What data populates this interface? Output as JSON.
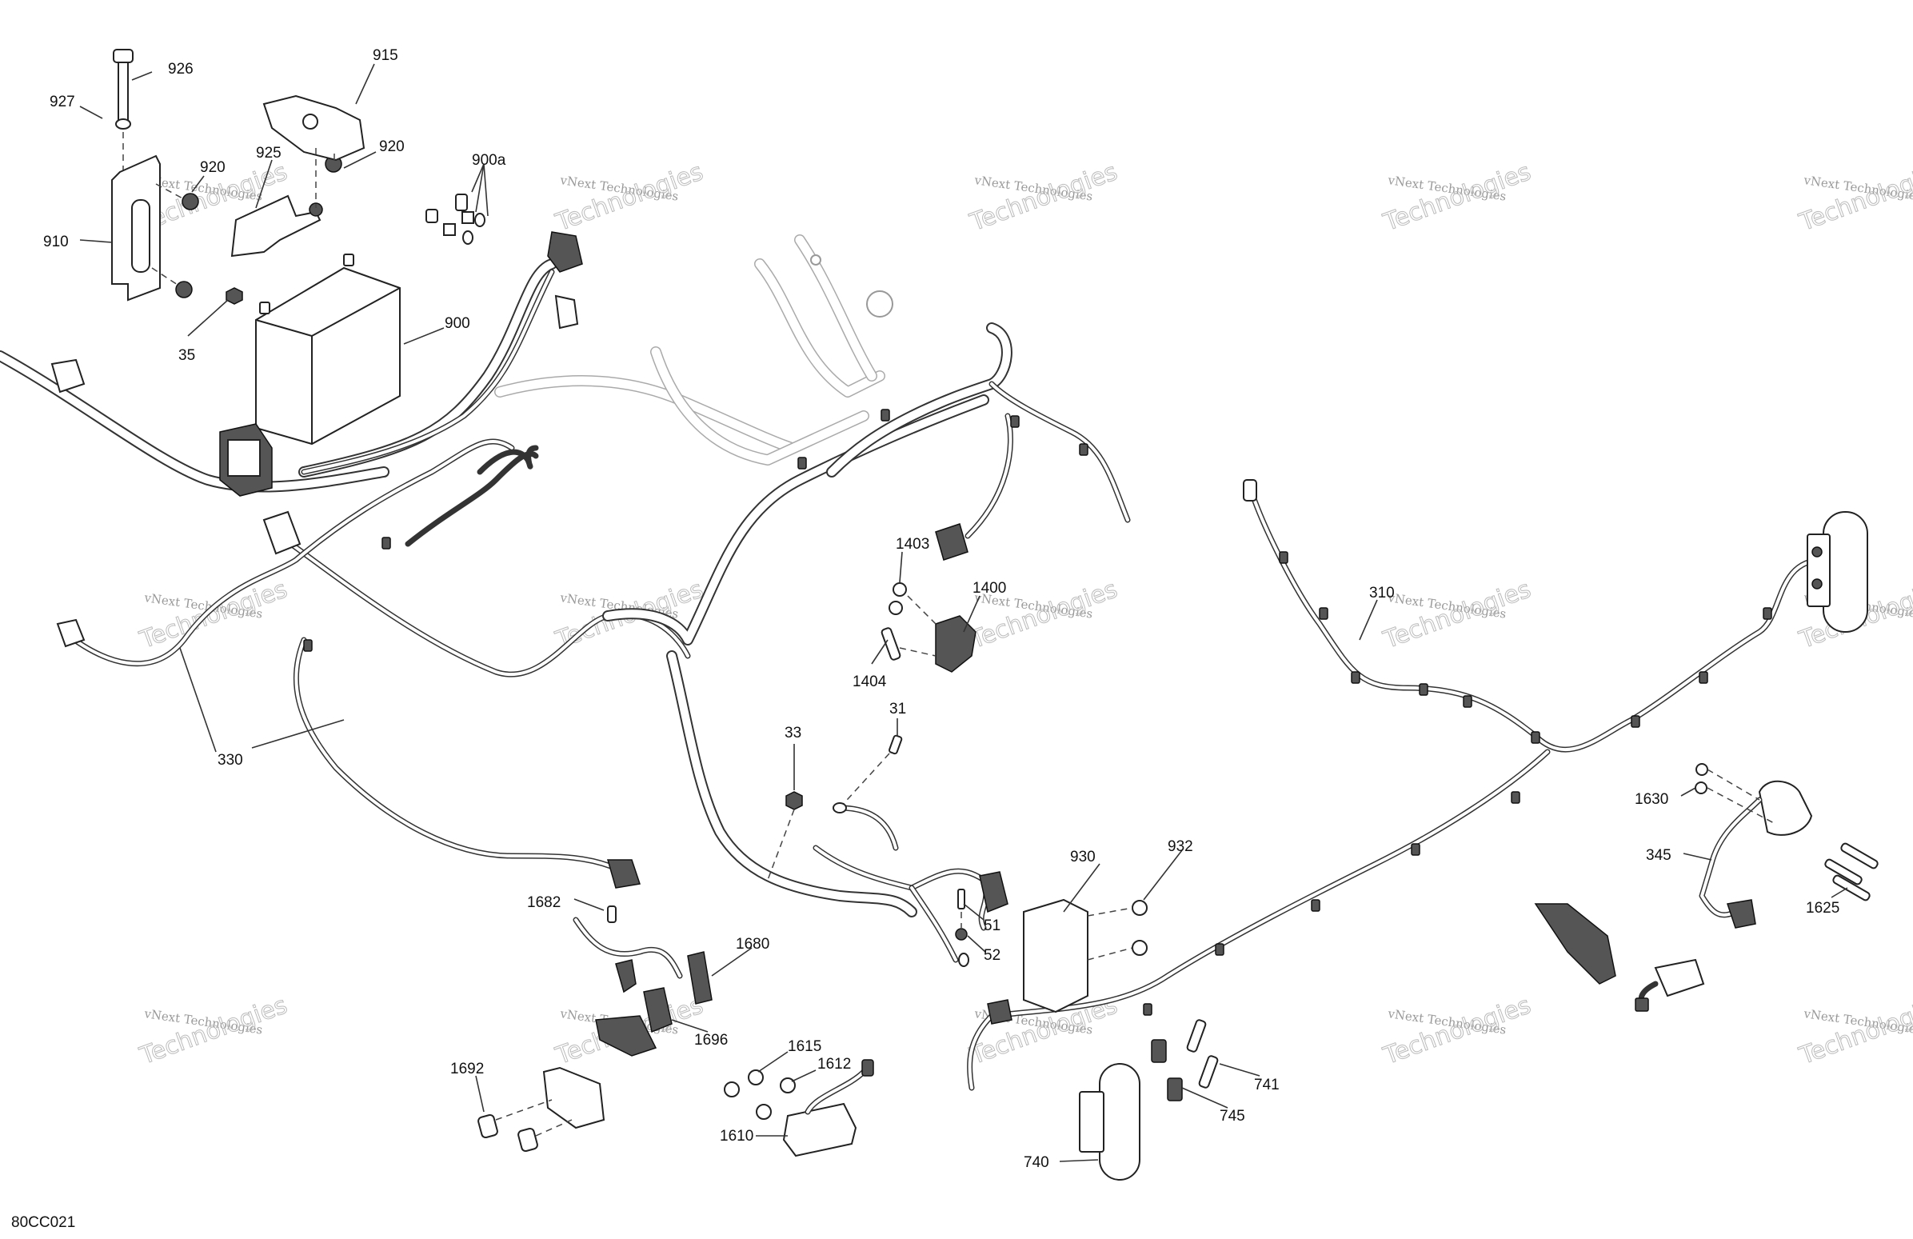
{
  "figure": {
    "type": "exploded parts diagram",
    "subject": "Electrical harness, battery and accessories",
    "figure_id": "80CC021"
  },
  "watermark": {
    "line1": "vNext Technologies",
    "line2": "vNext",
    "line3": "Technologies"
  },
  "callouts": [
    {
      "id": "926",
      "label": "926"
    },
    {
      "id": "927",
      "label": "927"
    },
    {
      "id": "915",
      "label": "915"
    },
    {
      "id": "920a",
      "label": "920"
    },
    {
      "id": "920b",
      "label": "920"
    },
    {
      "id": "925",
      "label": "925"
    },
    {
      "id": "900a",
      "label": "900a"
    },
    {
      "id": "910",
      "label": "910"
    },
    {
      "id": "35",
      "label": "35"
    },
    {
      "id": "900",
      "label": "900"
    },
    {
      "id": "330",
      "label": "330"
    },
    {
      "id": "1403",
      "label": "1403"
    },
    {
      "id": "1400",
      "label": "1400"
    },
    {
      "id": "1404",
      "label": "1404"
    },
    {
      "id": "33",
      "label": "33"
    },
    {
      "id": "31",
      "label": "31"
    },
    {
      "id": "310",
      "label": "310"
    },
    {
      "id": "1630",
      "label": "1630"
    },
    {
      "id": "345",
      "label": "345"
    },
    {
      "id": "1625",
      "label": "1625"
    },
    {
      "id": "1682",
      "label": "1682"
    },
    {
      "id": "1680",
      "label": "1680"
    },
    {
      "id": "930",
      "label": "930"
    },
    {
      "id": "932",
      "label": "932"
    },
    {
      "id": "51",
      "label": "51"
    },
    {
      "id": "52",
      "label": "52"
    },
    {
      "id": "1696",
      "label": "1696"
    },
    {
      "id": "1615",
      "label": "1615"
    },
    {
      "id": "1612",
      "label": "1612"
    },
    {
      "id": "1692",
      "label": "1692"
    },
    {
      "id": "1610",
      "label": "1610"
    },
    {
      "id": "741",
      "label": "741"
    },
    {
      "id": "745",
      "label": "745"
    },
    {
      "id": "740",
      "label": "740"
    }
  ]
}
